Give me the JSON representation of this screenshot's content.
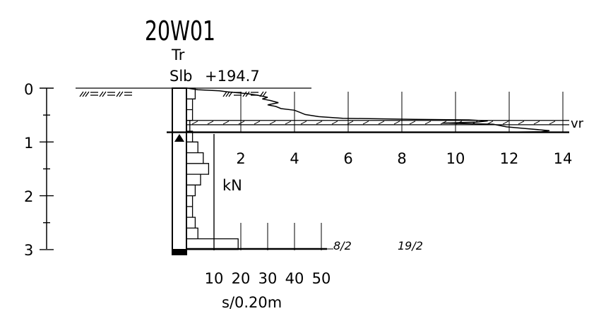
{
  "header": {
    "point_id": "20W01",
    "method_code": "Tr",
    "soil_code": "Slb",
    "ground_elevation": "+194.7"
  },
  "depth_axis": {
    "ticks": [
      "0",
      "1",
      "2",
      "3"
    ],
    "max": 3
  },
  "force_axis": {
    "unit": "kN",
    "ticks": [
      "2",
      "4",
      "6",
      "8",
      "10",
      "12",
      "14"
    ],
    "max": 14
  },
  "blow_axis": {
    "unit": "s/0.20m",
    "ticks": [
      "10",
      "20",
      "30",
      "40",
      "50"
    ],
    "max": 50
  },
  "layer": {
    "label": "vr",
    "top_depth": 0.6,
    "bottom_depth": 0.68
  },
  "groundwater": {
    "depth": 0.82
  },
  "end_labels": {
    "left": "8/2",
    "right": "19/2"
  },
  "chart_data": {
    "type": "line",
    "title": "20W01",
    "series": [
      {
        "name": "kN",
        "x_unit": "kN",
        "y_unit": "m",
        "points": [
          [
            0.0,
            0.0
          ],
          [
            0.4,
            0.03
          ],
          [
            1.2,
            0.05
          ],
          [
            1.5,
            0.07
          ],
          [
            2.2,
            0.1
          ],
          [
            2.6,
            0.13
          ],
          [
            3.0,
            0.17
          ],
          [
            2.8,
            0.2
          ],
          [
            3.1,
            0.23
          ],
          [
            3.4,
            0.27
          ],
          [
            3.0,
            0.31
          ],
          [
            3.3,
            0.34
          ],
          [
            3.5,
            0.38
          ],
          [
            4.0,
            0.41
          ],
          [
            4.2,
            0.45
          ],
          [
            4.4,
            0.49
          ],
          [
            4.9,
            0.53
          ],
          [
            5.8,
            0.56
          ],
          [
            8.5,
            0.58
          ],
          [
            10.5,
            0.59
          ],
          [
            11.2,
            0.61
          ],
          [
            10.8,
            0.63
          ],
          [
            9.5,
            0.65
          ],
          [
            11.4,
            0.67
          ],
          [
            11.9,
            0.72
          ],
          [
            12.6,
            0.75
          ],
          [
            13.5,
            0.79
          ],
          [
            13.2,
            0.81
          ],
          [
            11.5,
            0.82
          ]
        ]
      },
      {
        "name": "s/0.20m",
        "x_unit": "s/0.20m",
        "y_unit": "m",
        "steps": [
          {
            "from": 0.0,
            "to": 0.2,
            "value": 3
          },
          {
            "from": 0.2,
            "to": 0.4,
            "value": 2
          },
          {
            "from": 0.4,
            "to": 0.6,
            "value": 2
          },
          {
            "from": 0.6,
            "to": 0.8,
            "value": 1
          },
          {
            "from": 0.8,
            "to": 1.0,
            "value": 2
          },
          {
            "from": 1.0,
            "to": 1.2,
            "value": 4
          },
          {
            "from": 1.2,
            "to": 1.4,
            "value": 6
          },
          {
            "from": 1.4,
            "to": 1.6,
            "value": 8
          },
          {
            "from": 1.6,
            "to": 1.8,
            "value": 5
          },
          {
            "from": 1.8,
            "to": 2.0,
            "value": 3
          },
          {
            "from": 2.0,
            "to": 2.2,
            "value": 2
          },
          {
            "from": 2.2,
            "to": 2.4,
            "value": 2
          },
          {
            "from": 2.4,
            "to": 2.6,
            "value": 3
          },
          {
            "from": 2.6,
            "to": 2.8,
            "value": 4
          },
          {
            "from": 2.8,
            "to": 3.0,
            "value": 19
          }
        ]
      }
    ],
    "ylim": [
      0,
      3
    ],
    "xlim_force": [
      0,
      14
    ],
    "xlim_blows": [
      0,
      50
    ],
    "grid": false
  }
}
